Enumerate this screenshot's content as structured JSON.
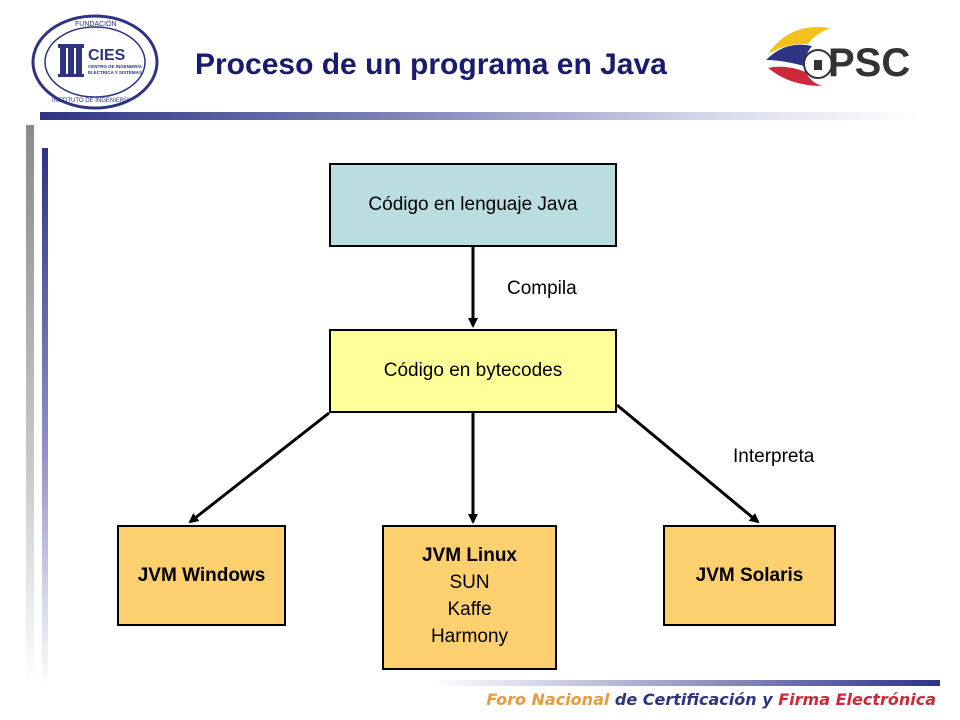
{
  "title": "Proceso de un programa en Java",
  "logos": {
    "left": {
      "name": "FUNDACIÓN CIES",
      "text_main": "CIES",
      "text_top": "FUNDACIÓN",
      "text_bottom": "INSTITUTO DE INGENIERÍA",
      "text_sub1": "CENTRO DE INGENIERÍA",
      "text_sub2": "ELECTRICA Y SISTEMAS"
    },
    "right": {
      "name": "PSC",
      "text_main": "PSC"
    }
  },
  "diagram": {
    "nodes": {
      "source": "Código en lenguaje Java",
      "bytecode": "Código en bytecodes",
      "jvm_windows": "JVM Windows",
      "jvm_linux": {
        "title": "JVM Linux",
        "items": [
          "SUN",
          "Kaffe",
          "Harmony"
        ]
      },
      "jvm_solaris": "JVM Solaris"
    },
    "edges": {
      "compile_label": "Compila",
      "interpret_label": "Interpreta"
    }
  },
  "footer": {
    "part1": "Foro Nacional ",
    "part2": "de Certificación y ",
    "part3": "Firma Electrónica"
  },
  "colors": {
    "title": "#1a1a6e",
    "java_box": "#b9dde0",
    "bytecode_box": "#ffff99",
    "jvm_box": "#fccf6f",
    "footer_orange": "#e89a3c",
    "footer_blue": "#2e3482",
    "footer_red": "#cc2a3a"
  }
}
